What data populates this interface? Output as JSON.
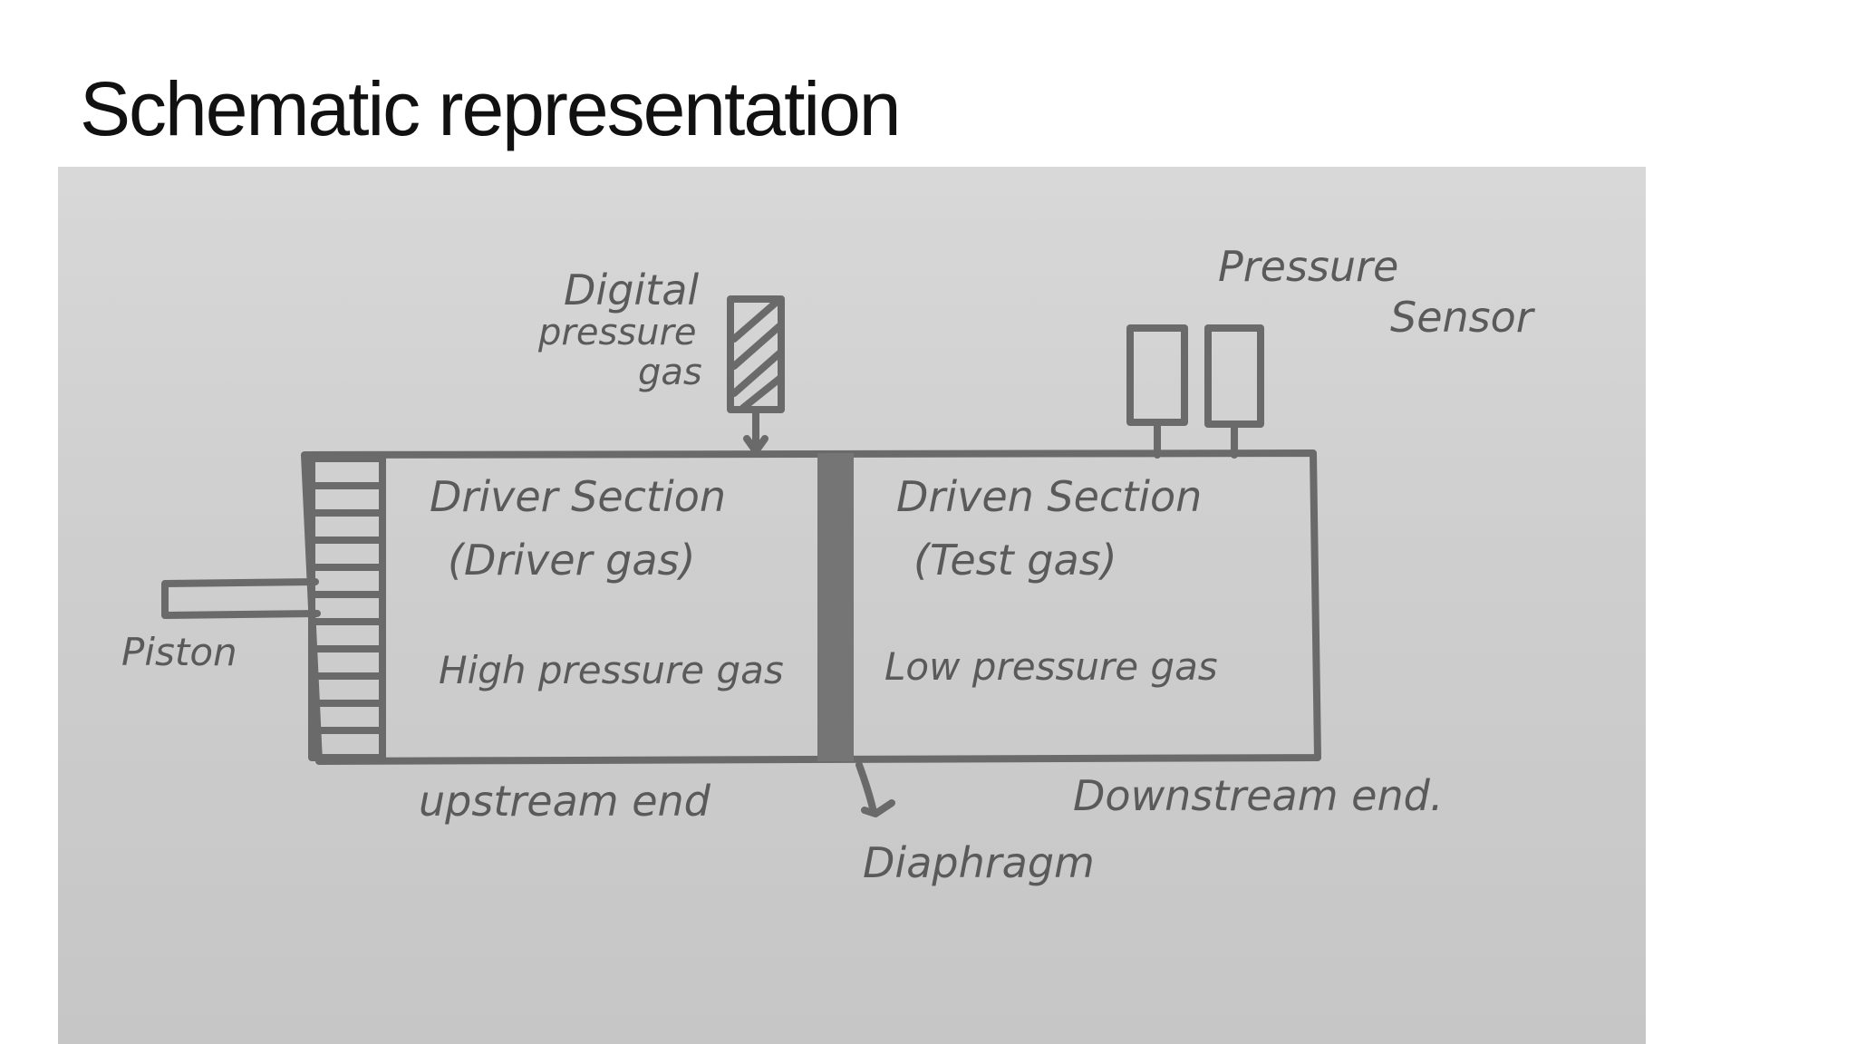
{
  "slide": {
    "title": "Schematic representation"
  },
  "diagram": {
    "labels": {
      "digital_1": "Digital",
      "digital_2": "pressure",
      "digital_3": "gas",
      "sensor_1": "Pressure",
      "sensor_2": "Sensor",
      "driver_1": "Driver Section",
      "driver_2": "(Driver gas)",
      "driver_3": "High pressure gas",
      "driven_1": "Driven Section",
      "driven_2": "(Test gas)",
      "driven_3": "Low pressure gas",
      "piston": "Piston",
      "upstream": "upstream end",
      "downstream": "Downstream end.",
      "diaphragm": "Diaphragm"
    },
    "colors": {
      "ink": "#5a5a5a",
      "paper": "#cecece"
    }
  }
}
